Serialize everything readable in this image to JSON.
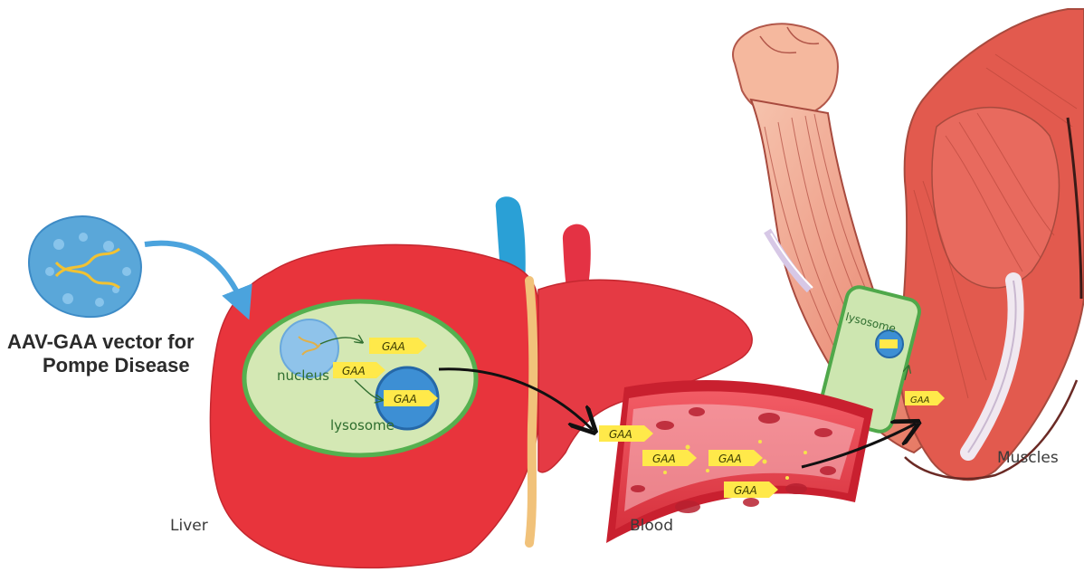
{
  "vector": {
    "line1": "AAV-GAA vector for",
    "line2": "Pompe Disease"
  },
  "labels": {
    "liver": "Liver",
    "blood": "Blood",
    "muscles": "Muscles",
    "nucleus": "nucleus",
    "lysosome_liver": "lysosome",
    "lysosome_muscle": "lysosome"
  },
  "gaa": {
    "label": "GAA",
    "small_label": "GAA"
  },
  "colors": {
    "liver": "#e8343c",
    "cell": "#d4e8b4",
    "cell_border": "#55b04f",
    "virus": "#5aa7d9",
    "gaa_tag": "#ffe94a",
    "blood_vessel": "#ee4a55",
    "muscle": "#e35b4f",
    "skin": "#f3b9a0"
  }
}
